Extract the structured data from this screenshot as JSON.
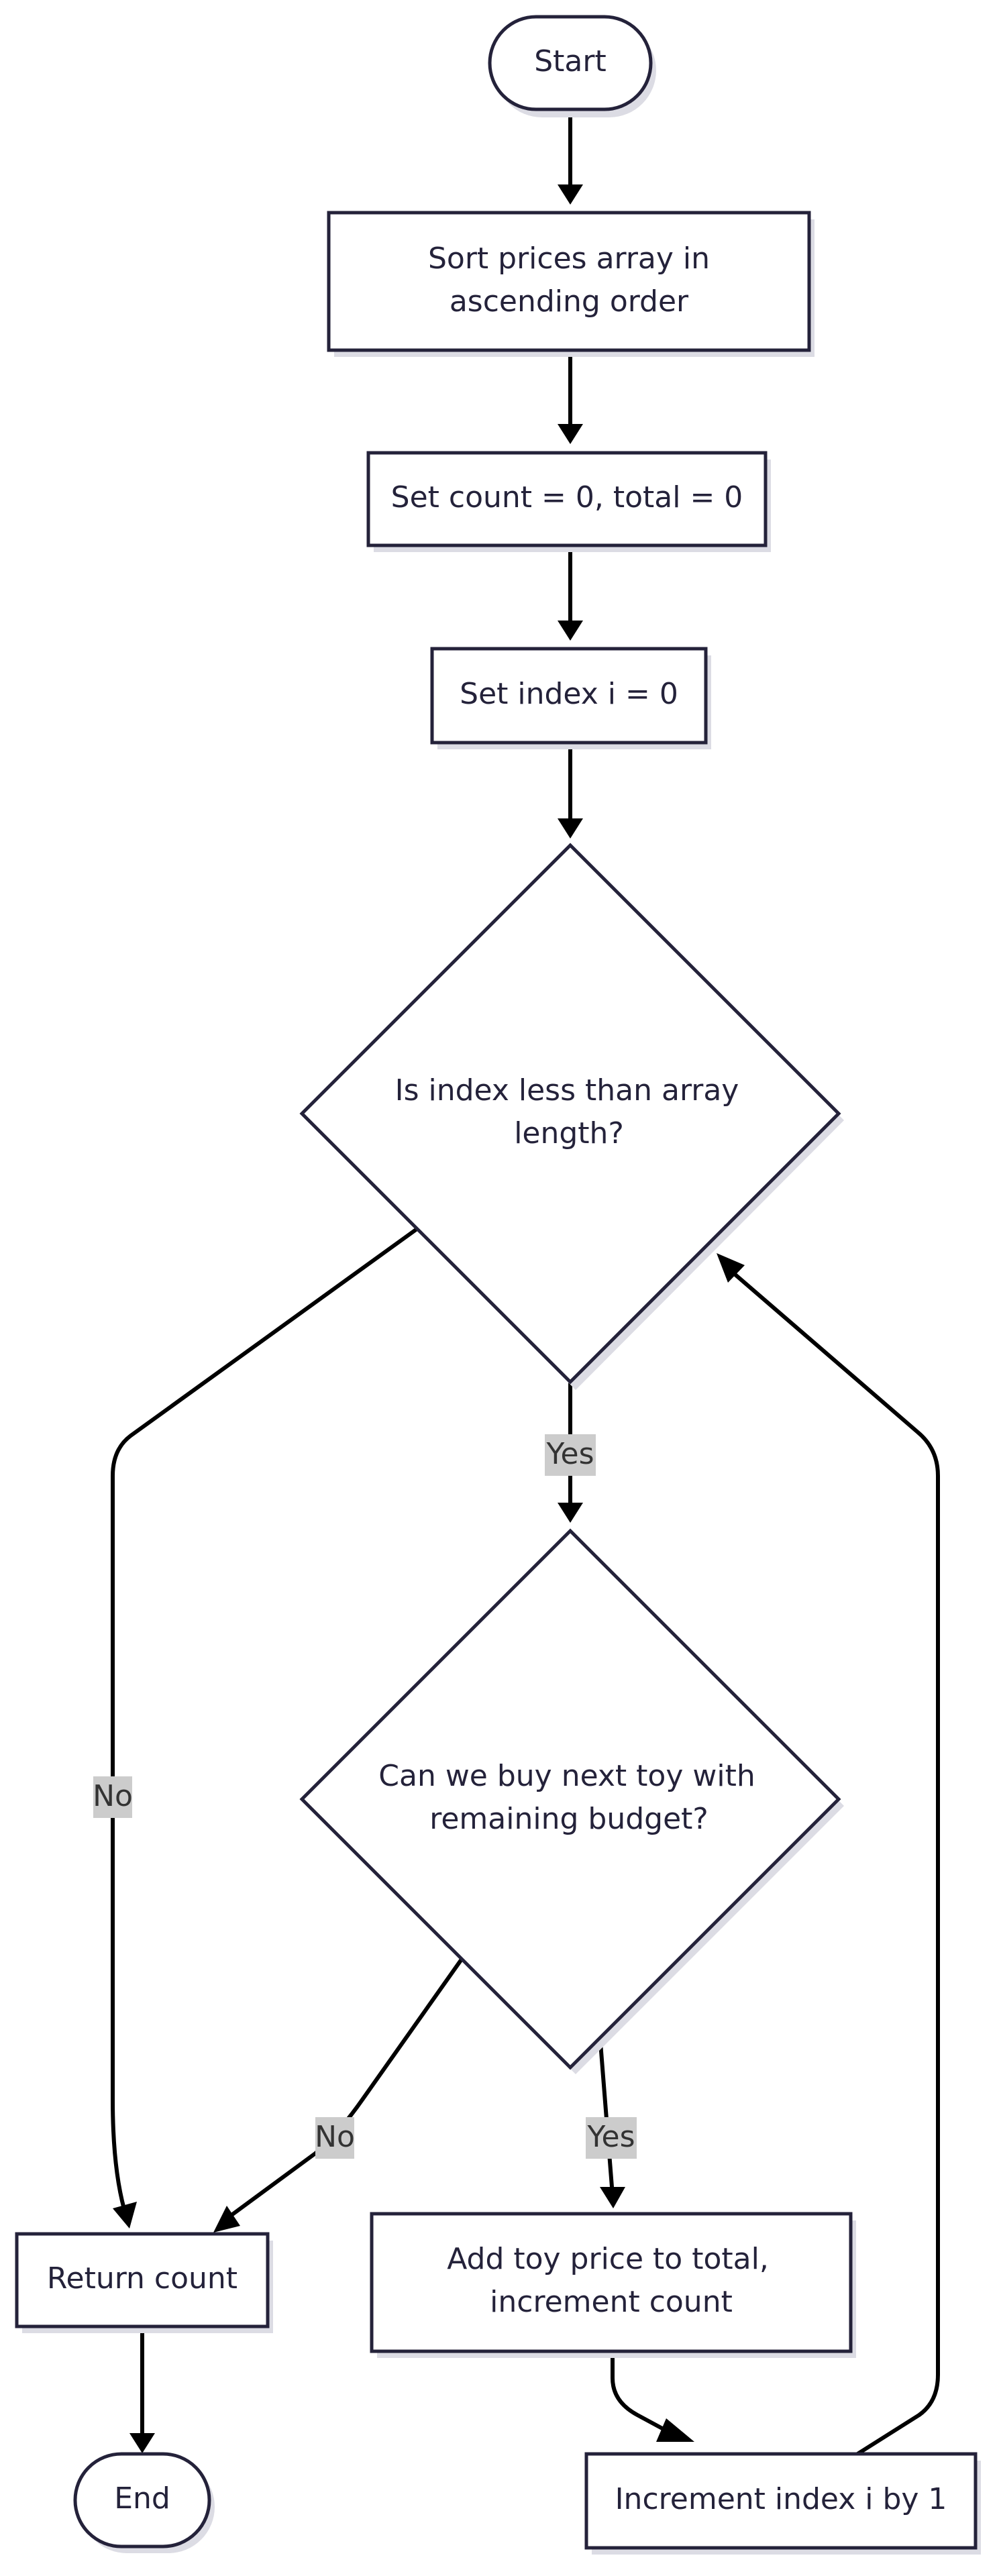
{
  "nodes": {
    "start": {
      "lines": [
        "Start"
      ]
    },
    "sort": {
      "lines": [
        "Sort prices array in",
        "ascending order"
      ]
    },
    "init": {
      "lines": [
        "Set count = 0, total = 0"
      ]
    },
    "index": {
      "lines": [
        "Set index i = 0"
      ]
    },
    "check_index": {
      "lines": [
        "Is index less than array",
        "length?"
      ]
    },
    "check_budget": {
      "lines": [
        "Can we buy next toy with",
        "remaining budget?"
      ]
    },
    "return": {
      "lines": [
        "Return count"
      ]
    },
    "add": {
      "lines": [
        "Add toy price to total,",
        "increment count"
      ]
    },
    "end": {
      "lines": [
        "End"
      ]
    },
    "increment": {
      "lines": [
        "Increment index i by 1"
      ]
    }
  },
  "edges": {
    "index_yes": "Yes",
    "index_no": "No",
    "budget_no": "No",
    "budget_yes": "Yes"
  },
  "colors": {
    "node_stroke": "#24223a",
    "node_fill": "#ffffff",
    "edge": "#000000",
    "label_background": "#cccccc"
  }
}
